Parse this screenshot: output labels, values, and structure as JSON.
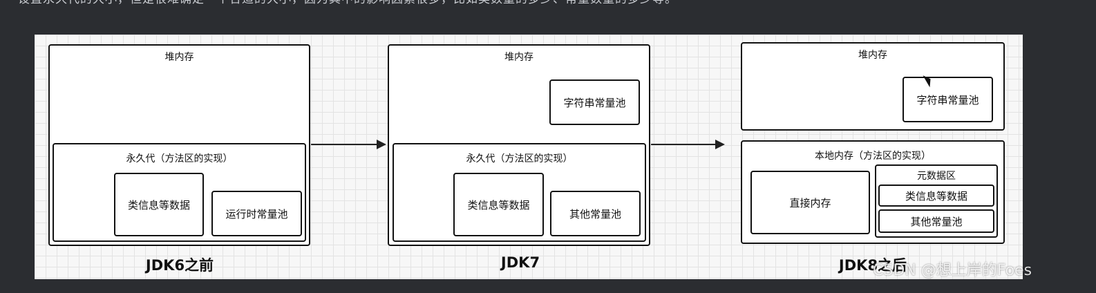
{
  "article": {
    "top_text": "设置永久代的大小，但是很难确定一个合适的大小，因为其中的影响因素很多，比如类数量的多少、常量数量的多少等。"
  },
  "diagram": {
    "jdk6": {
      "heap_label": "堆内存",
      "perm_label": "永久代（方法区的实现）",
      "class_info": "类信息等数据",
      "runtime_pool": "运行时常量池",
      "caption": "JDK6之前"
    },
    "jdk7": {
      "heap_label": "堆内存",
      "string_pool": "字符串常量池",
      "perm_label": "永久代（方法区的实现）",
      "class_info": "类信息等数据",
      "other_pool": "其他常量池",
      "caption": "JDK7"
    },
    "jdk8": {
      "heap_label": "堆内存",
      "string_pool": "字符串常量池",
      "native_label": "本地内存（方法区的实现）",
      "direct_memory": "直接内存",
      "metaspace_label": "元数据区",
      "class_info": "类信息等数据",
      "other_pool": "其他常量池",
      "caption": "JDK8之后"
    }
  },
  "watermark": "CSDN @想上岸的Foes"
}
